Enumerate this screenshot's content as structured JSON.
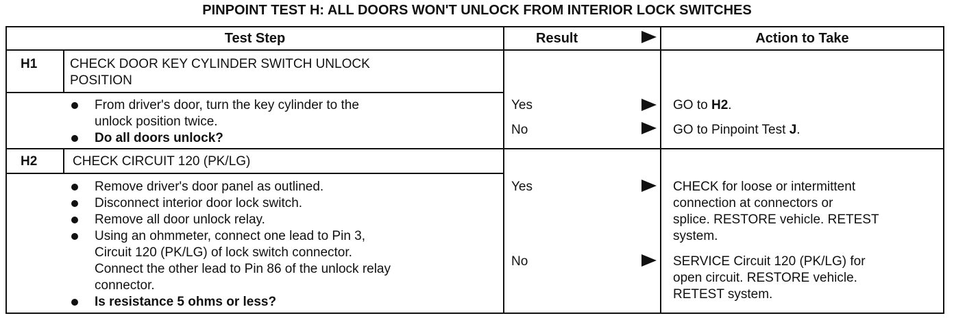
{
  "title": "PINPOINT TEST H: ALL DOORS WON'T UNLOCK FROM INTERIOR LOCK SWITCHES",
  "headers": {
    "test_step": "Test Step",
    "result": "Result",
    "action": "Action to Take"
  },
  "h1": {
    "id": "H1",
    "heading": [
      "CHECK DOOR KEY CYLINDER SWITCH UNLOCK",
      "POSITION"
    ],
    "steps": [
      "From driver's door, turn the key cylinder to the",
      "unlock position twice."
    ],
    "question": "Do all doors unlock?",
    "yes": "Yes",
    "no": "No",
    "yes_action_prefix": "GO to ",
    "yes_action_bold": "H2",
    "yes_action_suffix": ".",
    "no_action_prefix": "GO to Pinpoint Test ",
    "no_action_bold": "J",
    "no_action_suffix": "."
  },
  "h2": {
    "id": "H2",
    "heading": "CHECK CIRCUIT 120 (PK/LG)",
    "step1": "Remove driver's door panel as outlined.",
    "step2": "Disconnect interior door lock switch.",
    "step3": "Remove all door unlock relay.",
    "step4": [
      "Using an ohmmeter, connect one lead to Pin 3,",
      "Circuit 120 (PK/LG) of lock switch connector.",
      "Connect the other lead to Pin 86 of the unlock relay",
      "connector."
    ],
    "question": "Is resistance 5 ohms or less?",
    "yes": "Yes",
    "no": "No",
    "yes_action": [
      "CHECK for loose or intermittent",
      "connection at connectors or",
      "splice. RESTORE vehicle. RETEST",
      "system."
    ],
    "no_action": [
      "SERVICE Circuit 120 (PK/LG) for",
      "open circuit. RESTORE vehicle.",
      "RETEST system."
    ]
  }
}
